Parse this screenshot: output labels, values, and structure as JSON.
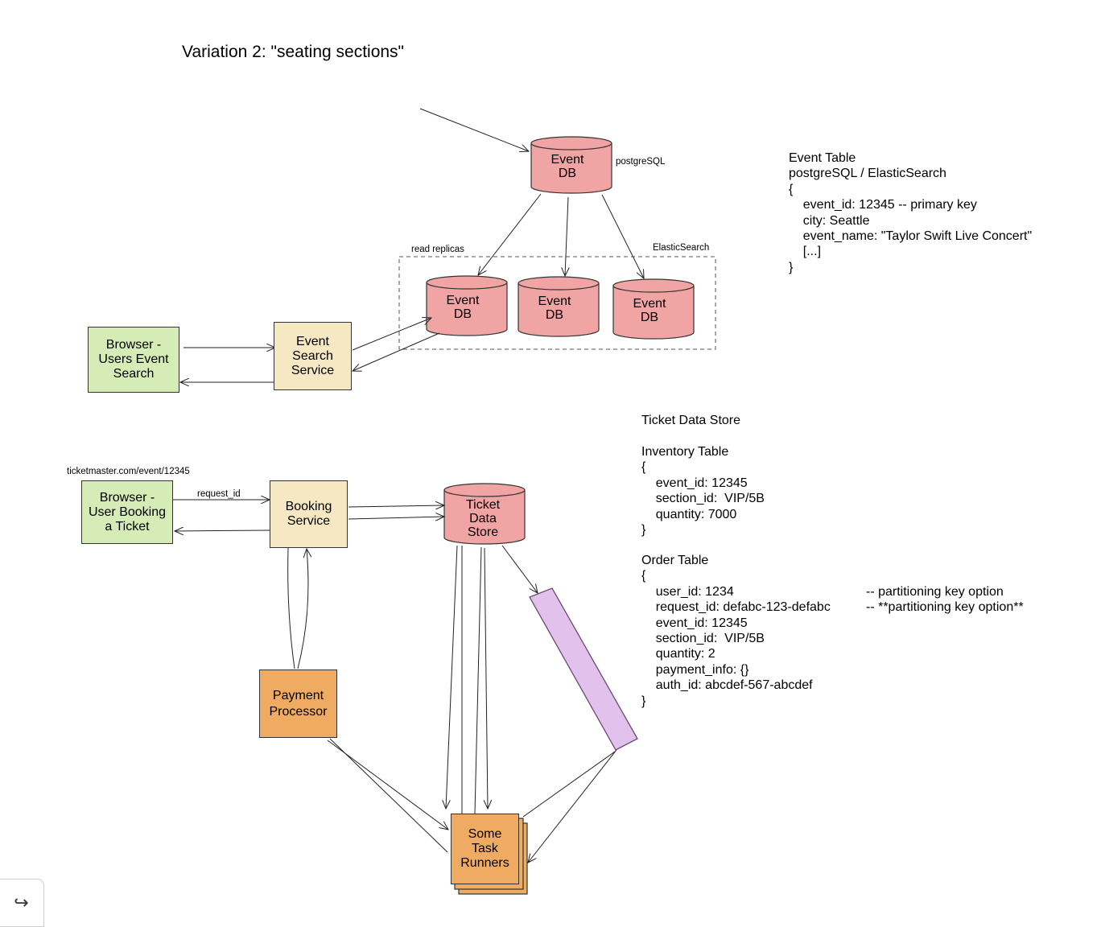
{
  "title": "Variation 2: \"seating sections\"",
  "colors": {
    "db_fill": "#f0a4a3",
    "service_fill": "#f5e8c3",
    "browser_fill": "#d5ecb6",
    "processor_fill": "#f0ab62",
    "queue_fill": "#e2c2ec"
  },
  "nodes": {
    "event_db_primary": "Event\nDB",
    "event_db_replica_1": "Event\nDB",
    "event_db_replica_2": "Event\nDB",
    "event_db_replica_3": "Event\nDB",
    "browser_search": "Browser -\nUsers Event\nSearch",
    "event_search_service": "Event\nSearch\nService",
    "browser_booking": "Browser -\nUser Booking\na Ticket",
    "booking_service": "Booking\nService",
    "ticket_data_store": "Ticket\nData\nStore",
    "payment_processor": "Payment\nProcessor",
    "task_runners": "Some\nTask\nRunners"
  },
  "labels": {
    "postgresql": "postgreSQL",
    "read_replicas": "read replicas",
    "elasticsearch": "ElasticSearch",
    "url": "ticketmaster.com/event/12345",
    "request_id": "request_id"
  },
  "event_table": "Event Table\npostgreSQL / ElasticSearch\n{\n    event_id: 12345 -- primary key\n    city: Seattle\n    event_name: \"Taylor Swift Live Concert\"\n    [...]\n}",
  "ticket_store": {
    "heading": "Ticket Data Store",
    "inventory": "Inventory Table\n{\n    event_id: 12345\n    section_id:  VIP/5B\n    quantity: 7000\n}",
    "order_table": "Order Table\n{\n    user_id: 1234\n    request_id: defabc-123-defabc\n    event_id: 12345\n    section_id:  VIP/5B\n    quantity: 2\n    payment_info: {}\n    auth_id: abcdef-567-abcdef\n}",
    "order_comments": "-- partitioning key option\n-- **partitioning key option**"
  },
  "undo_icon": "redo-arrow-icon"
}
